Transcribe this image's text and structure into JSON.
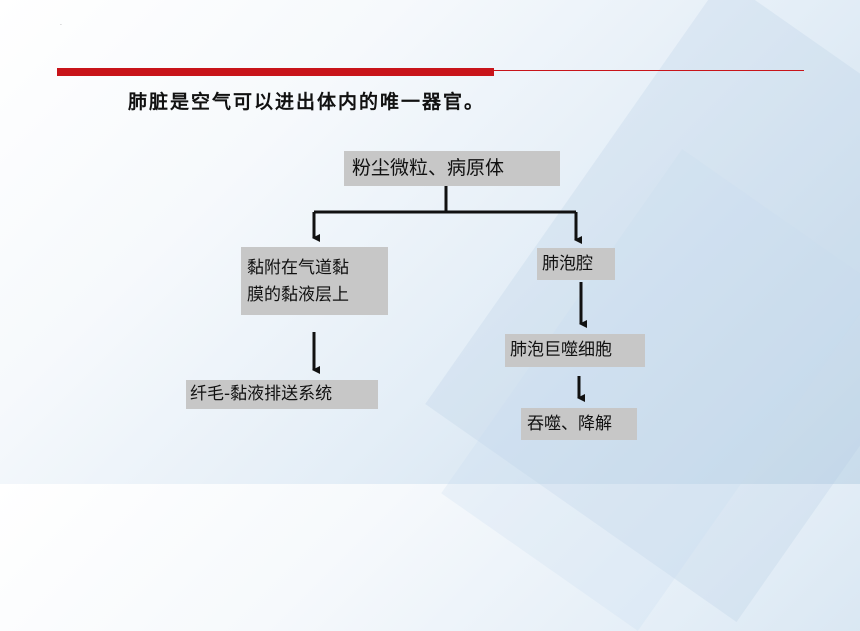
{
  "subtitle": "肺脏是空气可以进出体内的唯一器官。",
  "diagram": {
    "root": "粉尘微粒、病原体",
    "left_line1": "黏附在气道黏",
    "left_line2": "膜的黏液层上",
    "left_result": "纤毛-黏液排送系统",
    "right_alveolus": "肺泡腔",
    "right_macrophage": "肺泡巨噬细胞",
    "right_result": "吞噬、降解"
  },
  "colors": {
    "accent_red": "#c8141a",
    "box_gray": "#c7c7c7",
    "arrow": "#111111"
  }
}
